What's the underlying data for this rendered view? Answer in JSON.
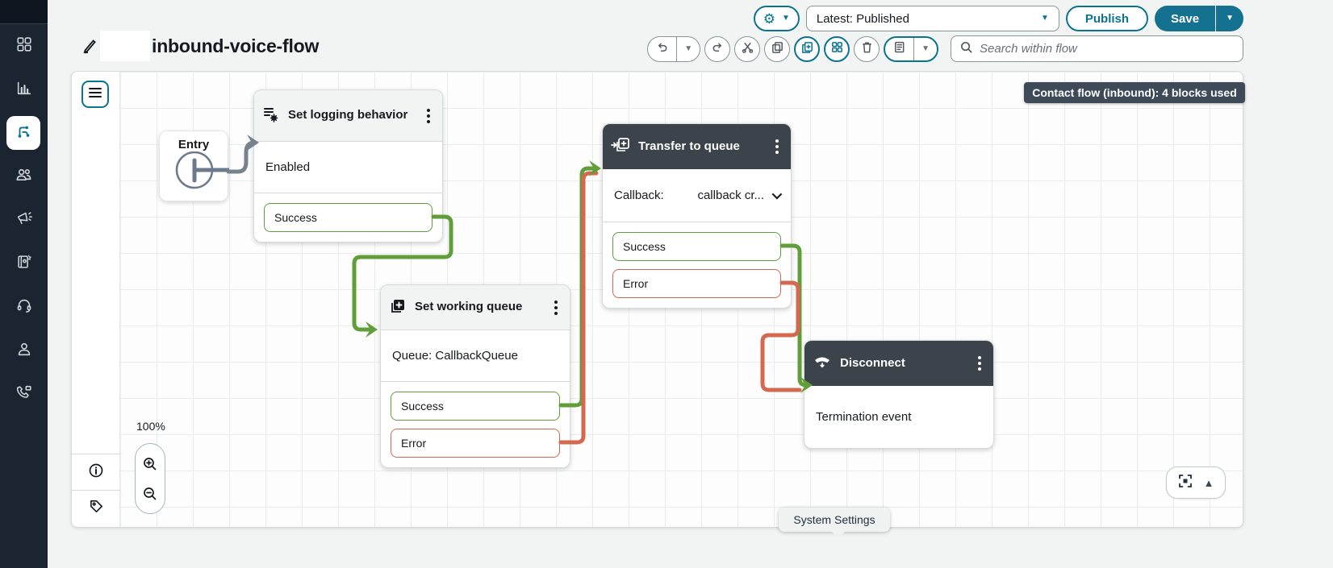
{
  "topbar": {
    "version_label": "Latest: Published",
    "publish_label": "Publish",
    "save_label": "Save",
    "flow_title": "inbound-voice-flow",
    "search_placeholder": "Search within flow"
  },
  "icons": {
    "dropdown": "▼",
    "collapse": "▲",
    "gear": "⚙"
  },
  "sidebar": {
    "items": [
      "dashboard",
      "analytics",
      "flows",
      "users",
      "announcements",
      "directory",
      "support",
      "profile",
      "calls"
    ],
    "selected": "flows"
  },
  "canvas": {
    "badge": "Contact flow (inbound): 4 blocks used",
    "zoom_level": "100%",
    "tooltip": "System Settings"
  },
  "blocks": [
    {
      "title": "Entry"
    },
    {
      "title": "Set logging behavior",
      "rows": [
        "Enabled"
      ],
      "ports": [
        {
          "label": "Success",
          "type": "success"
        }
      ]
    },
    {
      "title": "Set working queue",
      "rows": [
        "Queue: CallbackQueue"
      ],
      "ports": [
        {
          "label": "Success",
          "type": "success"
        },
        {
          "label": "Error",
          "type": "error"
        }
      ]
    },
    {
      "title": "Transfer to queue",
      "param_label": "Callback:",
      "param_value": "callback cr...",
      "ports": [
        {
          "label": "Success",
          "type": "success"
        },
        {
          "label": "Error",
          "type": "error"
        }
      ]
    },
    {
      "title": "Disconnect",
      "rows": [
        "Termination event"
      ],
      "ports": []
    }
  ],
  "colors": {
    "accent": "#0a7390",
    "save_button": "#14718f",
    "sidebar_bg": "#1b2531",
    "dark_header": "#3c434a",
    "success_green": "#5f9c3e",
    "error_orange": "#d0684f",
    "connector_gray": "#76828e",
    "badge_bg": "#3f4a58"
  }
}
